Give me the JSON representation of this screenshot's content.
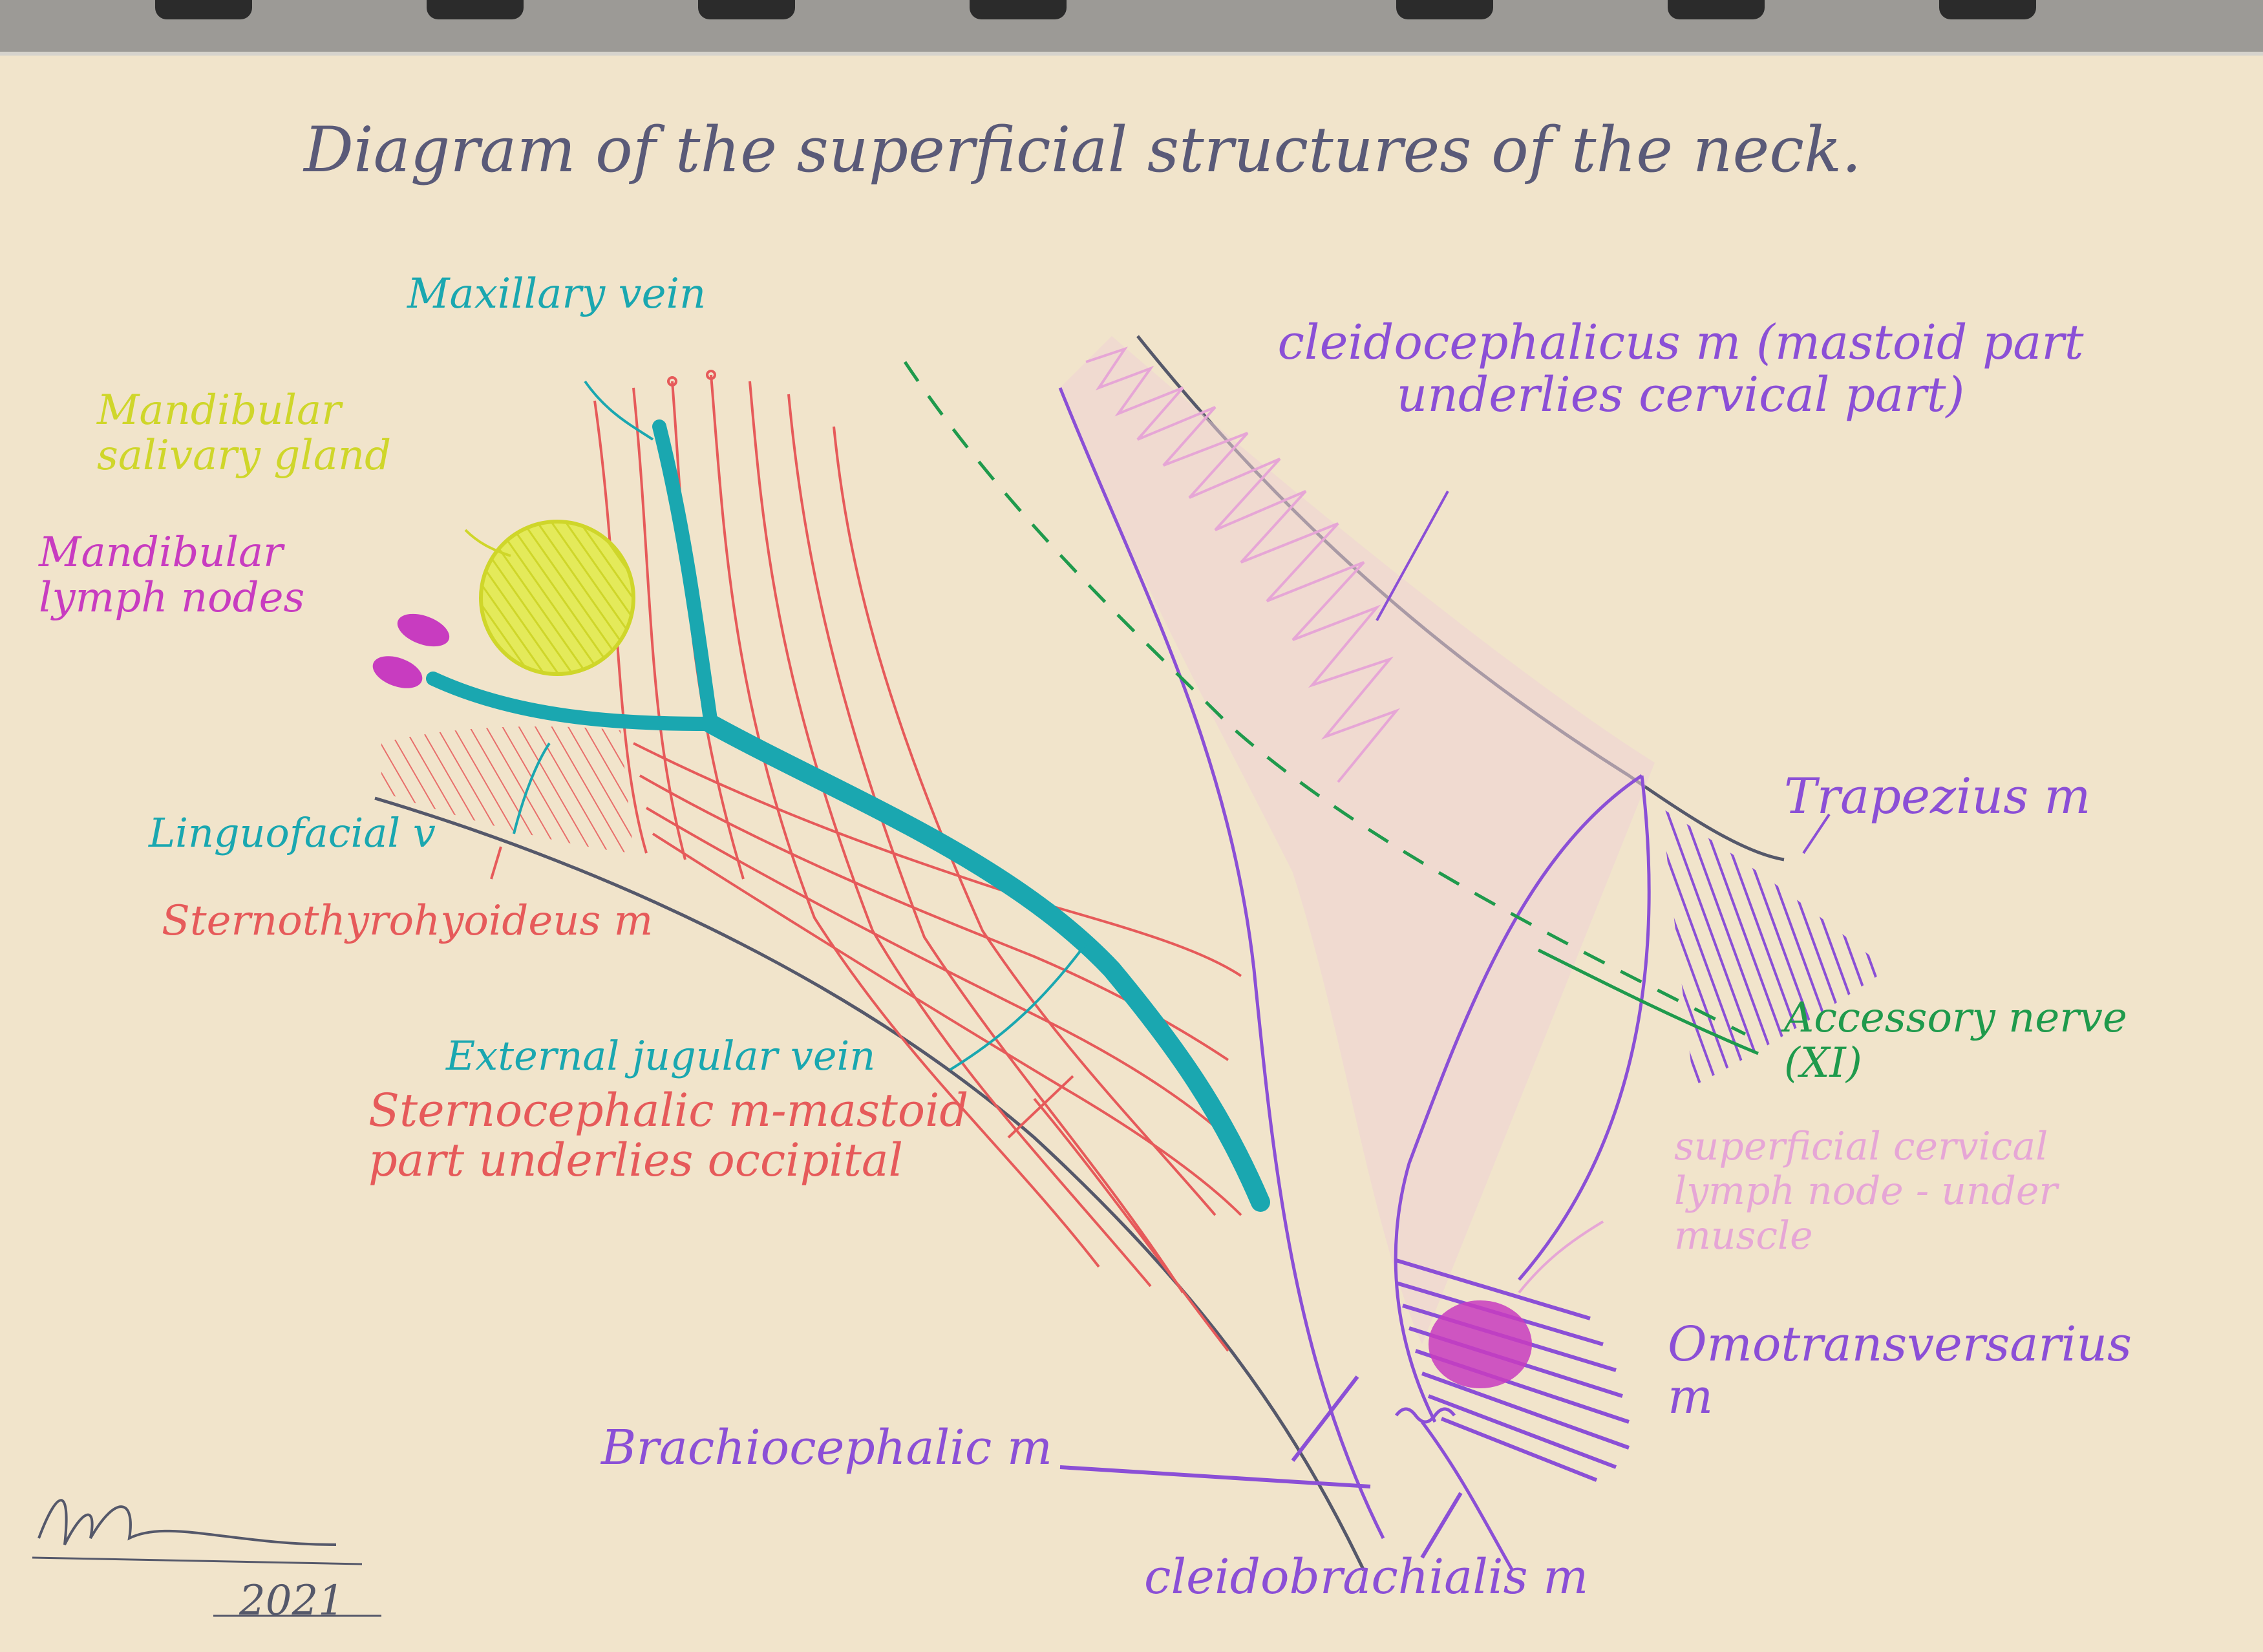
{
  "title": "Diagram of the superficial structures of the neck.",
  "labels": {
    "maxillary_vein": "Maxillary vein",
    "mandibular_salivary_gland": "Mandibular salivary gland",
    "mandibular_lymph_nodes": "Mandibular lymph nodes",
    "linguofacial_v": "Linguofacial v",
    "sternothyrohyoideus_m": "Sternothyrohyoideus m",
    "external_jugular_vein": "External jugular vein",
    "sternocephalic_m": "Sternocephalic m-mastoid part underlies occipital",
    "cleidocephalicus_m": "cleidocephalicus m (mastoid part underlies cervical part)",
    "trapezius_m": "Trapezius m",
    "accessory_nerve": "Accessory nerve (XI)",
    "superficial_cervical_lymph_node": "superficial cervical lymph node - under muscle",
    "omotransversarius_m": "Omotransversarius m",
    "brachiocephalic_m": "Brachiocephalic m",
    "cleidobrachialis_m": "cleidobrachialis m"
  },
  "signature": {
    "year": "2021"
  },
  "colors": {
    "paper": "#f1e4cb",
    "title_ink": "#5a5a78",
    "teal": "#1aa7b0",
    "red": "#e65a5a",
    "lime": "#d8e23a",
    "magenta": "#c83cc0",
    "purple": "#8b4fd6",
    "green": "#1f9a4c",
    "pink": "#e6a6d6",
    "grey_line": "#55586a"
  }
}
